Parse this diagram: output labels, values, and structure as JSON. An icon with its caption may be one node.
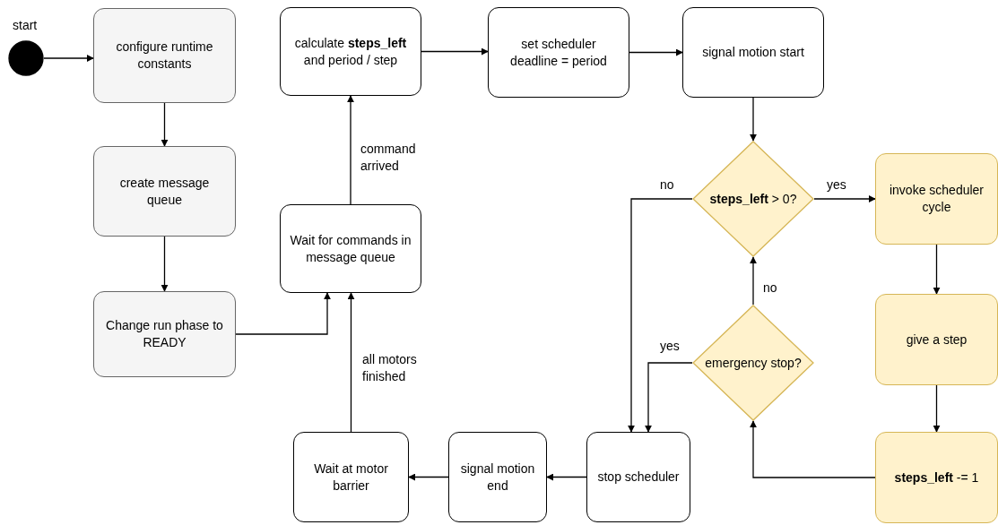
{
  "diagram": {
    "nodes": [
      {
        "text": [],
        "shape": "circle",
        "beside": [
          "start"
        ]
      },
      {
        "text": [
          "configure runtime constants"
        ]
      },
      {
        "text": [
          "create message queue"
        ]
      },
      {
        "text": [
          "Change run phase to READY"
        ]
      },
      {
        "text": [
          "Wait for commands in message queue"
        ]
      },
      {
        "text": [
          "calculate **steps_left** and period / step"
        ]
      },
      {
        "text": [
          "set scheduler deadline = period"
        ]
      },
      {
        "text": [
          "signal motion start"
        ]
      },
      {
        "text": [
          "**steps_left** > 0?"
        ]
      },
      {
        "text": [
          "invoke scheduler cycle"
        ]
      },
      {
        "text": [
          "give a step"
        ]
      },
      {
        "text": [
          "**steps_left** -= 1"
        ]
      },
      {
        "text": [
          "emergency stop?"
        ]
      },
      {
        "text": [
          "stop scheduler"
        ]
      },
      {
        "text": [
          "signal motion end"
        ]
      },
      {
        "text": [
          "Wait at motor barrier"
        ]
      }
    ],
    "edges": [
      {
        "from": 0,
        "to": 1,
        "arrow": "to"
      },
      {
        "from": 1,
        "to": 2,
        "arrow": "to"
      },
      {
        "from": 2,
        "to": 3,
        "arrow": "to"
      },
      {
        "from": 3,
        "to": 4,
        "arrow": "to"
      },
      {
        "from": 4,
        "to": 5,
        "arrow": "to",
        "label": "command arrived"
      },
      {
        "from": 5,
        "to": 6,
        "arrow": "to"
      },
      {
        "from": 6,
        "to": 7,
        "arrow": "to"
      },
      {
        "from": 7,
        "to": 8,
        "arrow": "to"
      },
      {
        "from": 8,
        "to": 9,
        "arrow": "to",
        "label": "yes"
      },
      {
        "from": 8,
        "to": 13,
        "arrow": "to",
        "label": "no"
      },
      {
        "from": 9,
        "to": 10,
        "arrow": "to"
      },
      {
        "from": 10,
        "to": 11,
        "arrow": "to"
      },
      {
        "from": 11,
        "to": 12,
        "arrow": "to"
      },
      {
        "from": 12,
        "to": 8,
        "arrow": "to",
        "label": "no"
      },
      {
        "from": 12,
        "to": 13,
        "arrow": "to",
        "label": "yes"
      },
      {
        "from": 13,
        "to": 14,
        "arrow": "to"
      },
      {
        "from": 14,
        "to": 15,
        "arrow": "to"
      },
      {
        "from": 15,
        "to": 4,
        "arrow": "to",
        "label": "all motors finished"
      }
    ]
  }
}
